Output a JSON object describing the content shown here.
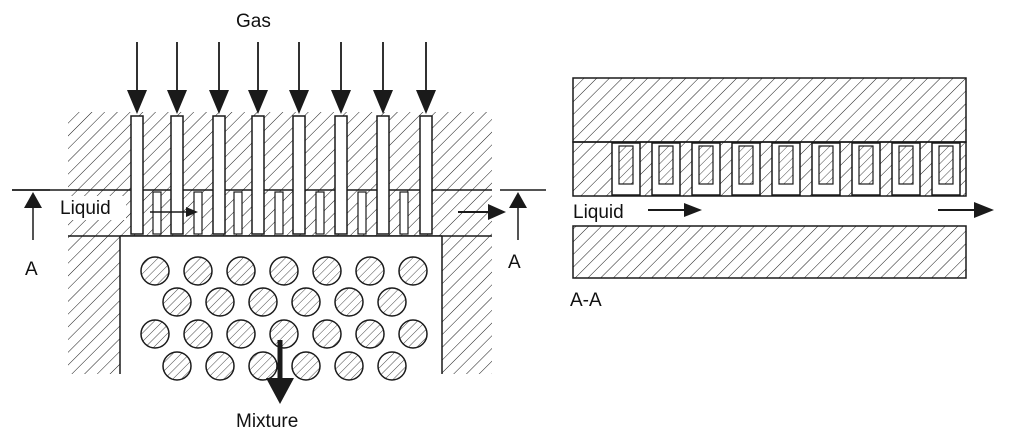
{
  "labels": {
    "gas": "Gas",
    "liquid_left": "Liquid",
    "section_left": "A",
    "section_right": "A",
    "mixture": "Mixture",
    "liquid_right": "Liquid",
    "section_view": "A-A"
  },
  "colors": {
    "stroke": "#1a1a1a",
    "background": "#ffffff"
  }
}
